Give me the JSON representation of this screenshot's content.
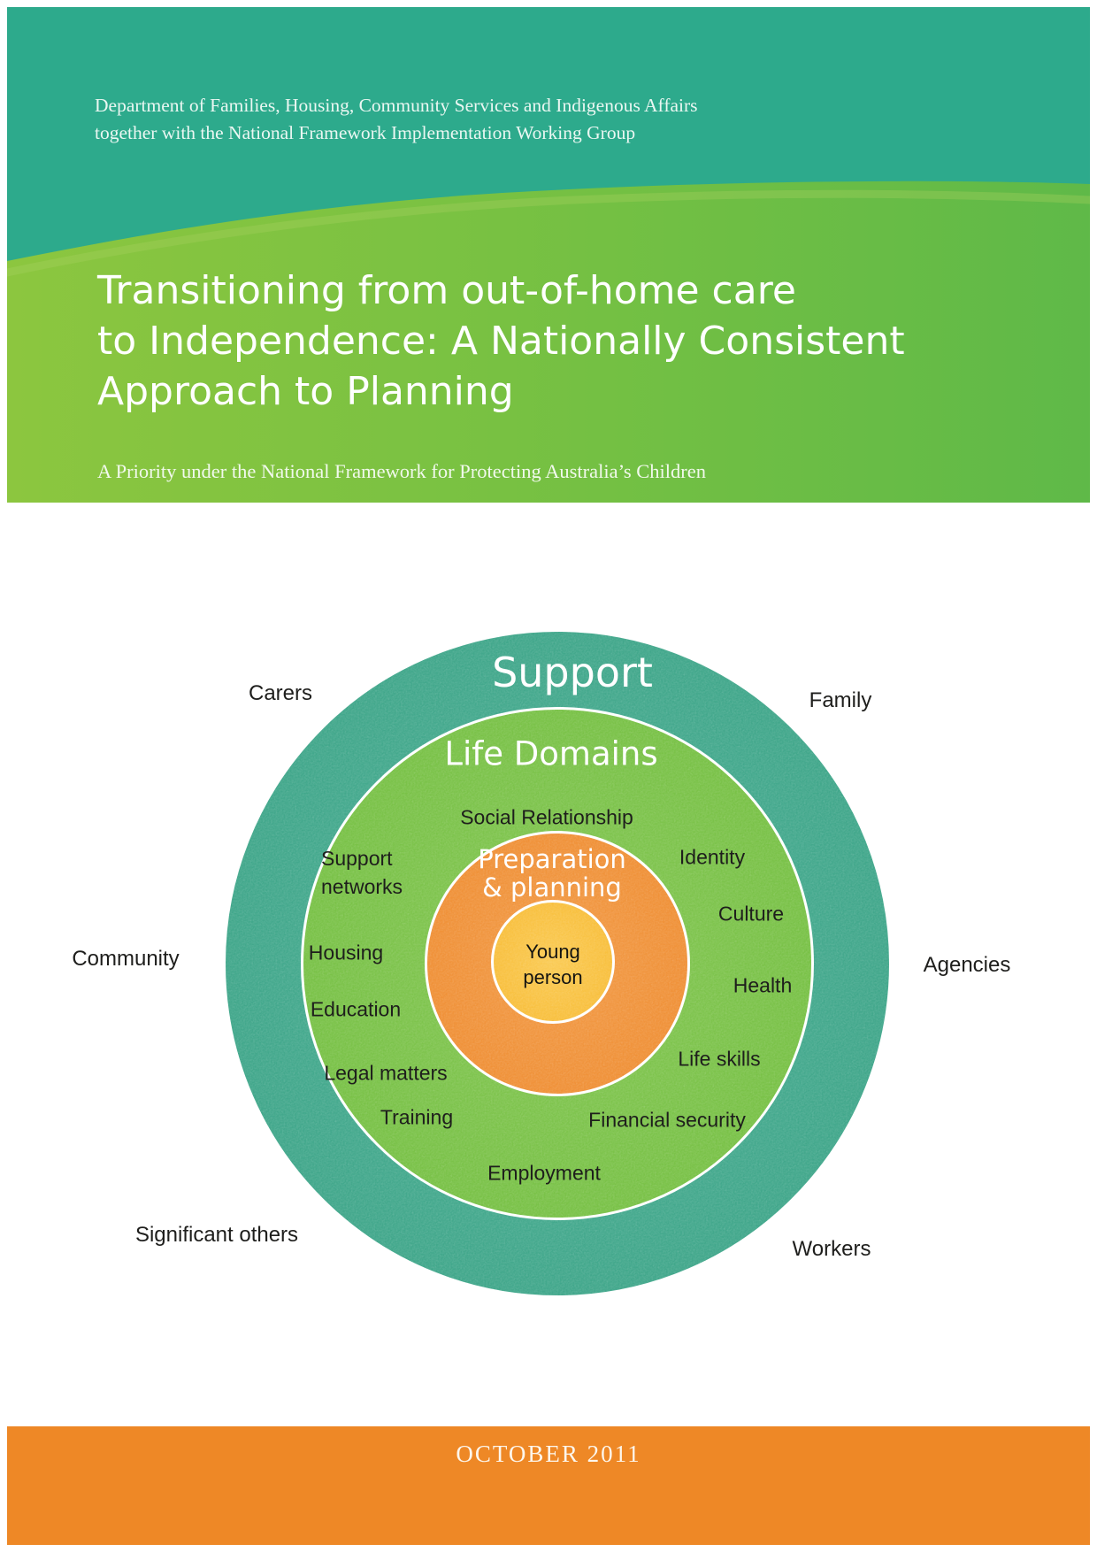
{
  "page": {
    "department_line1": "Department of Families, Housing, Community  Services and Indigenous Affairs",
    "department_line2": "together with the National Framework Implementation Working Group",
    "title_line1": "Transitioning from out-of-home care",
    "title_line2": "to Independence: A Nationally Consistent",
    "title_line3": "Approach to Planning",
    "subtitle": "A Priority under the National Framework for Protecting Australia’s Children",
    "footer_date": "OCTOBER 2011"
  },
  "diagram": {
    "ring_support_label": "Support",
    "ring_life_domains_label": "Life Domains",
    "prep_line1": "Preparation",
    "prep_line2": "& planning",
    "young_line1": "Young",
    "young_line2": "person",
    "domains": {
      "social_relationship": "Social Relationship",
      "support_networks_1": "Support",
      "support_networks_2": "networks",
      "identity": "Identity",
      "culture": "Culture",
      "housing": "Housing",
      "health": "Health",
      "education": "Education",
      "life_skills": "Life skills",
      "legal_matters": "Legal matters",
      "training": "Training",
      "financial_security": "Financial security",
      "employment": "Employment"
    },
    "supports": {
      "carers": "Carers",
      "family": "Family",
      "community": "Community",
      "agencies": "Agencies",
      "significant_others": "Significant others",
      "workers": "Workers"
    }
  },
  "colors": {
    "teal_band": "#2DAA8C",
    "green_band_left": "#8CC63F",
    "green_band_right": "#5FB948",
    "yellow_background": "#F8C243",
    "orange_bar": "#EE8826",
    "ring_teal": "#41A78B",
    "ring_green": "#78C146",
    "ring_orange": "#EF8F35",
    "ring_yellow": "#F8BE3B"
  }
}
